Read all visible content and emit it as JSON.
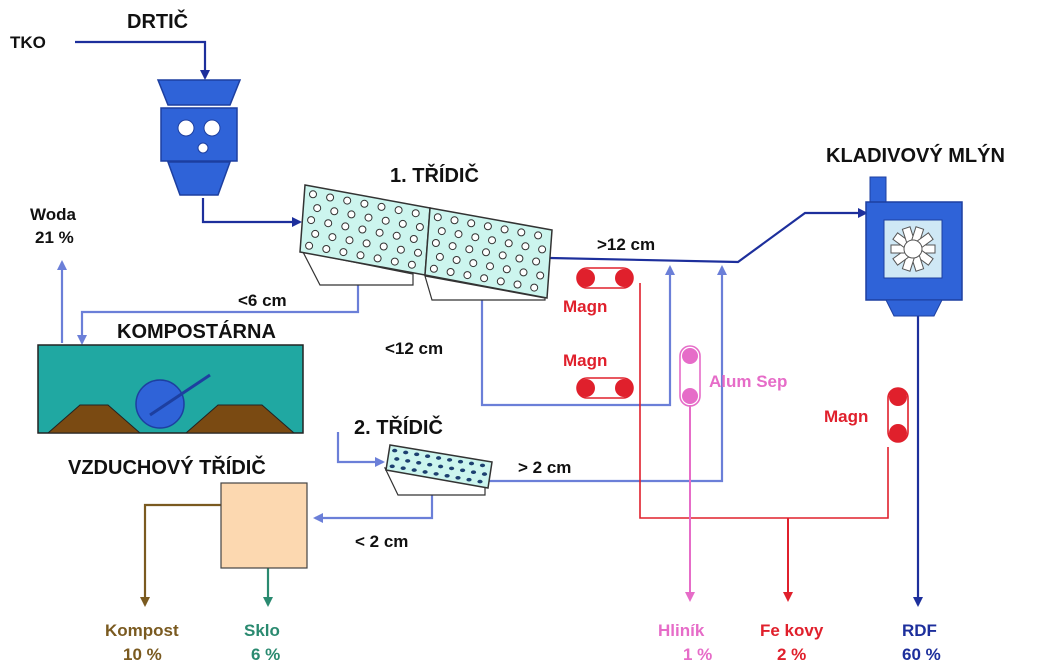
{
  "labels": {
    "tko": "TKO",
    "drtic": "DRTIČ",
    "tridic1": "1. TŘÍDIČ",
    "kladivovy_mlyn": "KLADIVOVÝ MLÝN",
    "woda": "Woda",
    "woda_pct": "21 %",
    "gt12": ">12 cm",
    "lt6": "<6 cm",
    "kompostarna": "KOMPOSTÁRNA",
    "lt12": "<12 cm",
    "magn1": "Magn",
    "magn2": "Magn",
    "magn3": "Magn",
    "alum_sep": "Alum Sep",
    "tridic2": "2. TŘÍDIČ",
    "vzduchovy_tridic": "VZDUCHOVÝ TŘÍDIČ",
    "gt2": "> 2 cm",
    "lt2": "< 2 cm"
  },
  "outputs": {
    "kompost": {
      "label": "Kompost",
      "pct": "10 %"
    },
    "sklo": {
      "label": "Sklo",
      "pct": "6 %"
    },
    "hlinik": {
      "label": "Hliník",
      "pct": "1 %"
    },
    "fe_kovy": {
      "label": "Fe kovy",
      "pct": "2 %"
    },
    "rdf": {
      "label": "RDF",
      "pct": "60 %"
    }
  },
  "colors": {
    "machine_blue": "#2f63d8",
    "line_dark_blue": "#1d2f9c",
    "line_light_blue": "#6b7fd8",
    "screen_fill": "#ccf5ee",
    "compost_fill": "#20a8a2",
    "compost_pile": "#7a4a12",
    "magn_red": "#e0202c",
    "pink": "#e66cc8",
    "brown": "#7a5a20",
    "teal": "#2a8a70",
    "air_classifier_fill": "#fcd8b0"
  }
}
